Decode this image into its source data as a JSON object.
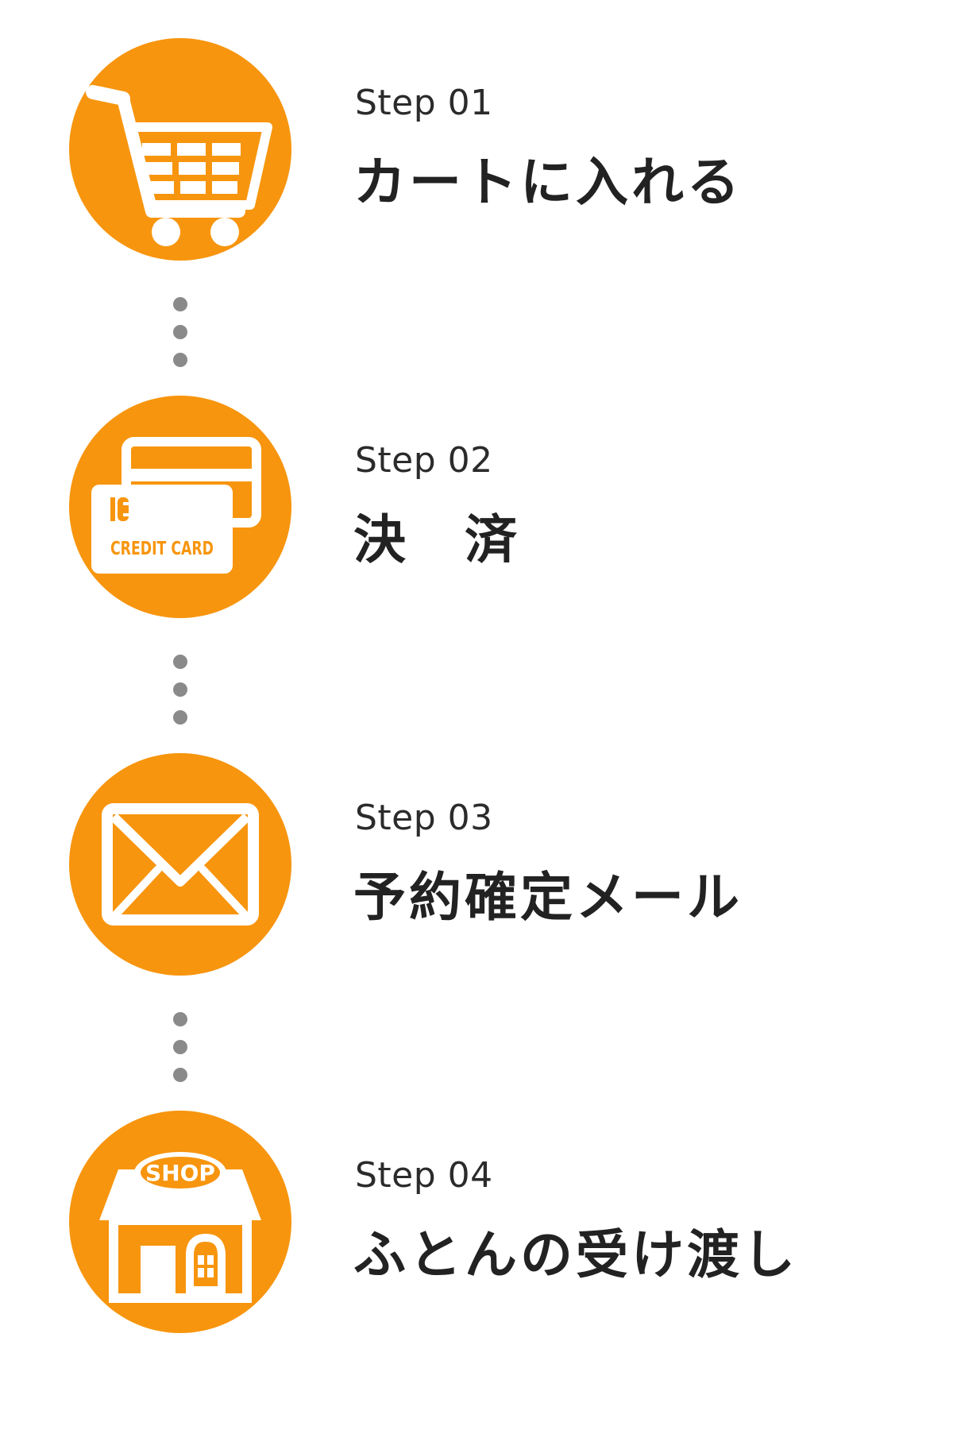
{
  "colors": {
    "accent": "#f7950e",
    "text": "#222222",
    "connector": "#8a8a8a"
  },
  "steps": [
    {
      "label": "Step 01",
      "title": "カートに入れる",
      "icon": "shopping-cart-icon"
    },
    {
      "label": "Step 02",
      "title": "決　済",
      "icon": "credit-card-icon",
      "icon_text": "CREDIT CARD"
    },
    {
      "label": "Step 03",
      "title": "予約確定メール",
      "icon": "envelope-icon"
    },
    {
      "label": "Step 04",
      "title": "ふとんの受け渡し",
      "icon": "shop-icon",
      "icon_text": "SHOP"
    }
  ]
}
